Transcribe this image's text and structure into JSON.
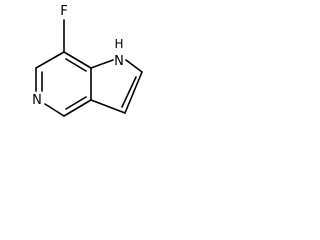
{
  "molecule": {
    "atoms": {
      "fluorine": "F",
      "ring_nitrogen_pyrrole": "N",
      "ring_nitrogen_pyrrole_hydrogen": "H",
      "ring_nitrogen_pyridine": "N"
    },
    "colors": {
      "bond": "#000000",
      "label": "#000000",
      "background": "#ffffff"
    }
  }
}
